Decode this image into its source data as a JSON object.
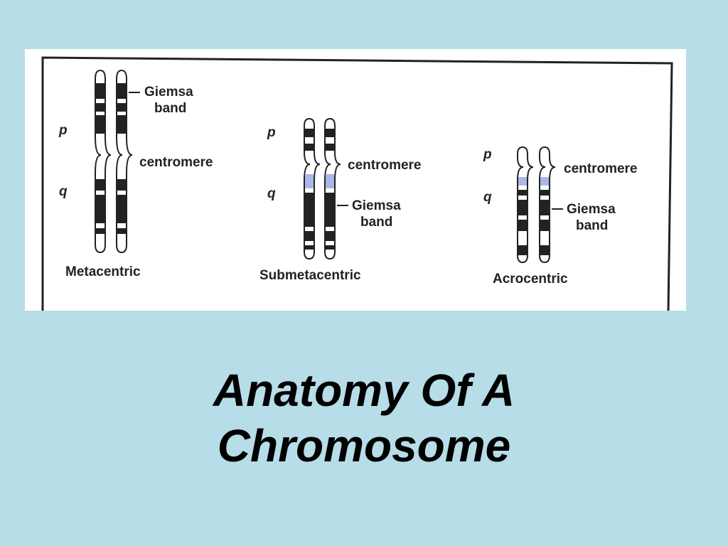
{
  "figure": {
    "frame_color": "#222222",
    "band_color": "#222222",
    "centromere_color": "#aab8e8",
    "chromosomes": [
      {
        "type_label": "Metacentric",
        "p_label": "p",
        "q_label": "q",
        "centromere_label": "centromere",
        "band_label_line1": "Giemsa",
        "band_label_line2": "band"
      },
      {
        "type_label": "Submetacentric",
        "p_label": "p",
        "q_label": "q",
        "centromere_label": "centromere",
        "band_label_line1": "Giemsa",
        "band_label_line2": "band"
      },
      {
        "type_label": "Acrocentric",
        "p_label": "p",
        "q_label": "q",
        "centromere_label": "centromere",
        "band_label_line1": "Giemsa",
        "band_label_line2": "band"
      }
    ]
  },
  "title": {
    "line1": "Anatomy Of A",
    "line2": "Chromosome"
  }
}
